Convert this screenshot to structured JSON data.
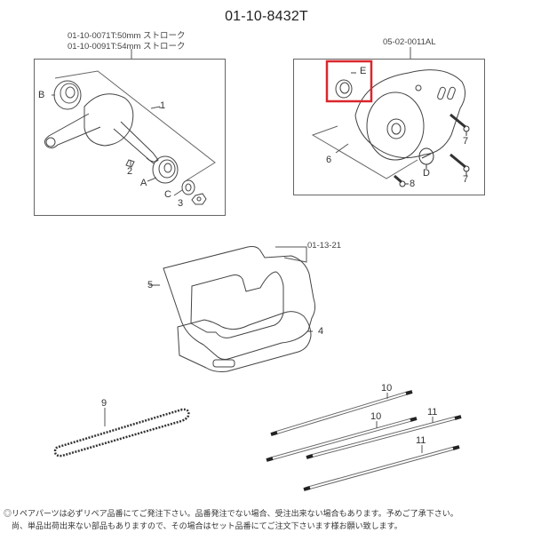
{
  "diagram": {
    "title": "01-10-8432T",
    "groups": [
      {
        "name": "crankshaft-assembly",
        "refs": [
          "01-10-0071T:50mm ストローク",
          "01-10-0091T:54mm ストローク"
        ],
        "callouts": [
          "1",
          "2",
          "3",
          "A",
          "B",
          "C"
        ]
      },
      {
        "name": "crankcase-cover",
        "refs": [
          "05-02-0011AL"
        ],
        "callouts": [
          "E",
          "6",
          "7",
          "7",
          "8",
          "D"
        ],
        "highlighted": "E"
      },
      {
        "name": "gasket-set",
        "refs": [
          "01-13-21"
        ],
        "callouts": [
          "5",
          "4"
        ]
      },
      {
        "name": "cam-chain",
        "callouts": [
          "9"
        ]
      },
      {
        "name": "stud-bolts",
        "callouts": [
          "10",
          "10",
          "11",
          "11"
        ]
      }
    ],
    "highlight_color": "#d9262c",
    "line_color": "#555555"
  },
  "labels": {
    "crank_ref_1": "01-10-0071T:50mm ストローク",
    "crank_ref_2": "01-10-0091T:54mm ストローク",
    "cover_ref": "05-02-0011AL",
    "gasket_ref": "01-13-21",
    "c1": "1",
    "c2": "2",
    "c3": "3",
    "cA": "A",
    "cB": "B",
    "cC": "C",
    "cE": "E",
    "c6": "6",
    "c7a": "7",
    "c7b": "7",
    "c8": "8",
    "cD": "D",
    "c5": "5",
    "c4": "4",
    "c9": "9",
    "c10a": "10",
    "c10b": "10",
    "c11a": "11",
    "c11b": "11"
  },
  "footer": {
    "line1": "◎リペアパーツは必ずリペア品番にてご発注下さい。品番発注でない場合、受注出来ない場合もあります。予めご了承下さい。",
    "line2": "　尚、単品出荷出来ない部品もありますので、その場合はセット品番にてご注文下さいます様お願い致します。"
  }
}
